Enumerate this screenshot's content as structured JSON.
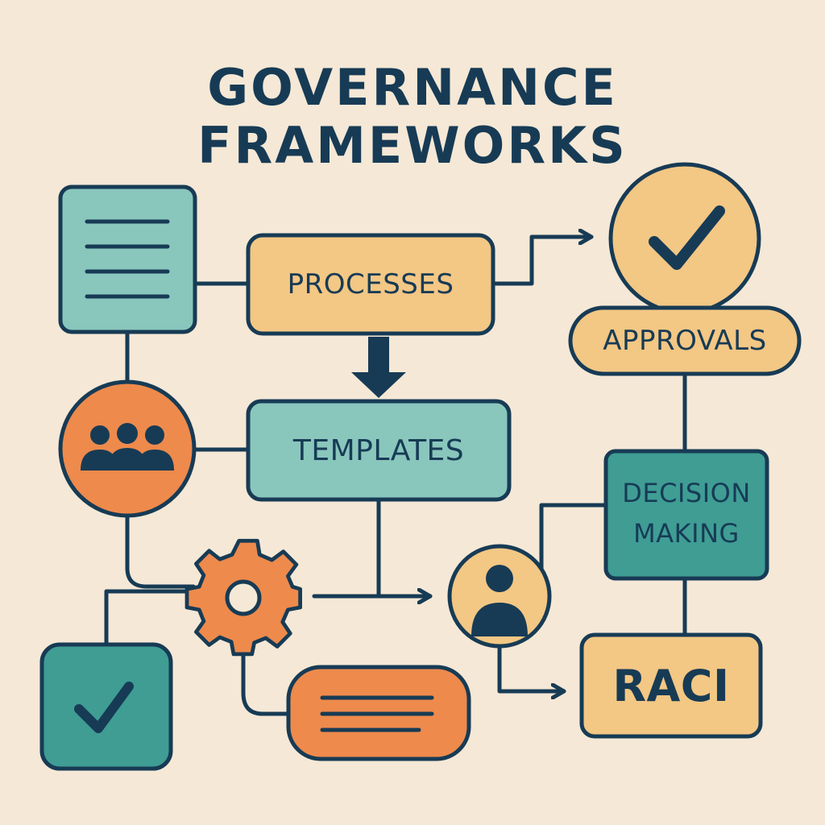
{
  "title": {
    "line1": "GOVERNANCE",
    "line2": "FRAMEWORKS"
  },
  "nodes": {
    "processes": "PROCESSES",
    "templates": "TEMPLATES",
    "approvals": "APPROVALS",
    "decision_line1": "DECISION",
    "decision_line2": "MAKING",
    "raci": "RACI"
  },
  "icons": {
    "document": "document-icon",
    "team": "team-icon",
    "gear": "gear-icon",
    "approval_check": "checkmark-circle-icon",
    "bottom_check": "checkbox-icon",
    "person": "person-icon",
    "note": "note-icon"
  },
  "colors": {
    "background": "#f5e8d6",
    "outline": "#173b55",
    "sand": "#f3c784",
    "teal_light": "#89c6bc",
    "teal_dark": "#3f9d94",
    "orange": "#ee8a4c"
  }
}
